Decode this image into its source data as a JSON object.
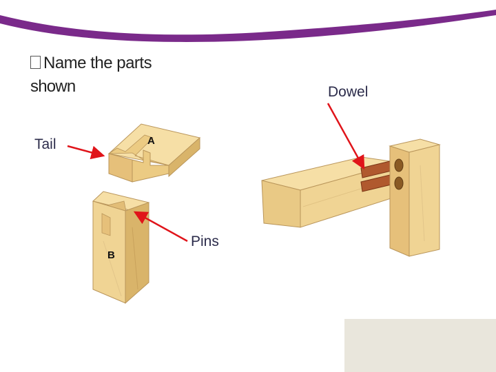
{
  "slide": {
    "title_line1": "Name the parts",
    "title_line2": "shown"
  },
  "labels": {
    "dowel": "Dowel",
    "tail": "Tail",
    "pins": "Pins",
    "part_a": "A",
    "part_b": "B"
  },
  "colors": {
    "accent_swoosh": "#7a2a8a",
    "arrow": "#e0141a",
    "wood_light": "#f6dfa6",
    "wood_mid": "#eccb83",
    "wood_dark": "#d9b46a",
    "dowel": "#b0592e",
    "corner_box": "#e9e6dc"
  }
}
